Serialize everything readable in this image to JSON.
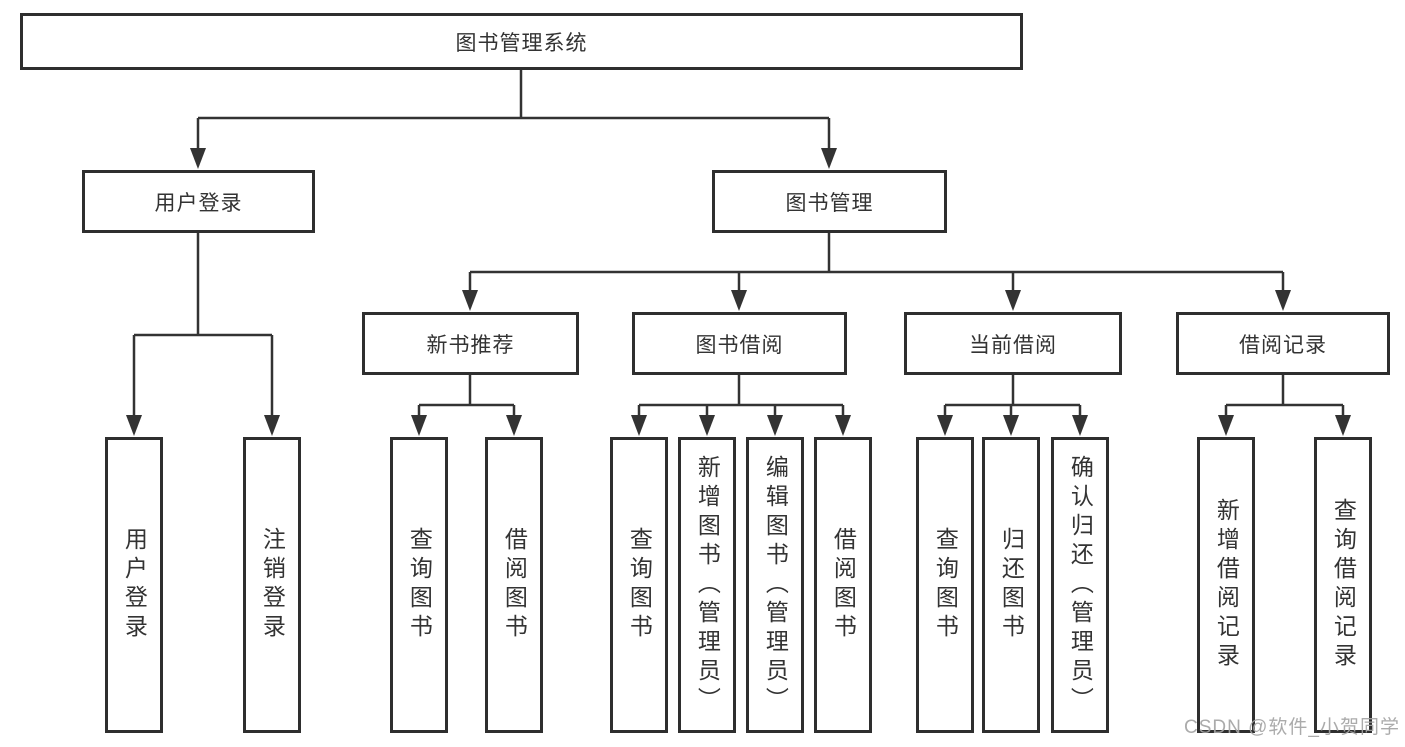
{
  "diagram": {
    "nodes": {
      "root": "图书管理系统",
      "user_login": "用户登录",
      "book_management": "图书管理",
      "user_login_children": {
        "login": "用户登录",
        "logout": "注销登录"
      },
      "new_book_rec": "新书推荐",
      "book_borrow": "图书借阅",
      "current_borrow": "当前借阅",
      "borrow_records": "借阅记录",
      "new_book_rec_children": {
        "query_books": "查询图书",
        "borrow_books": "借阅图书"
      },
      "book_borrow_children": {
        "query_books": "查询图书",
        "add_books": "新增图书（管理员）",
        "edit_books": "编辑图书（管理员）",
        "borrow_books": "借阅图书"
      },
      "current_borrow_children": {
        "query_books": "查询图书",
        "return_books": "归还图书",
        "confirm_return": "确认归还（管理员）"
      },
      "borrow_records_children": {
        "add_record": "新增借阅记录",
        "query_record": "查询借阅记录"
      }
    },
    "colors": {
      "line": "#333333",
      "box_border": "#2e2e2e",
      "text": "#333333",
      "watermark": "#a4a4a4",
      "background": "#ffffff"
    },
    "watermark": "CSDN @软件_小贺同学"
  }
}
